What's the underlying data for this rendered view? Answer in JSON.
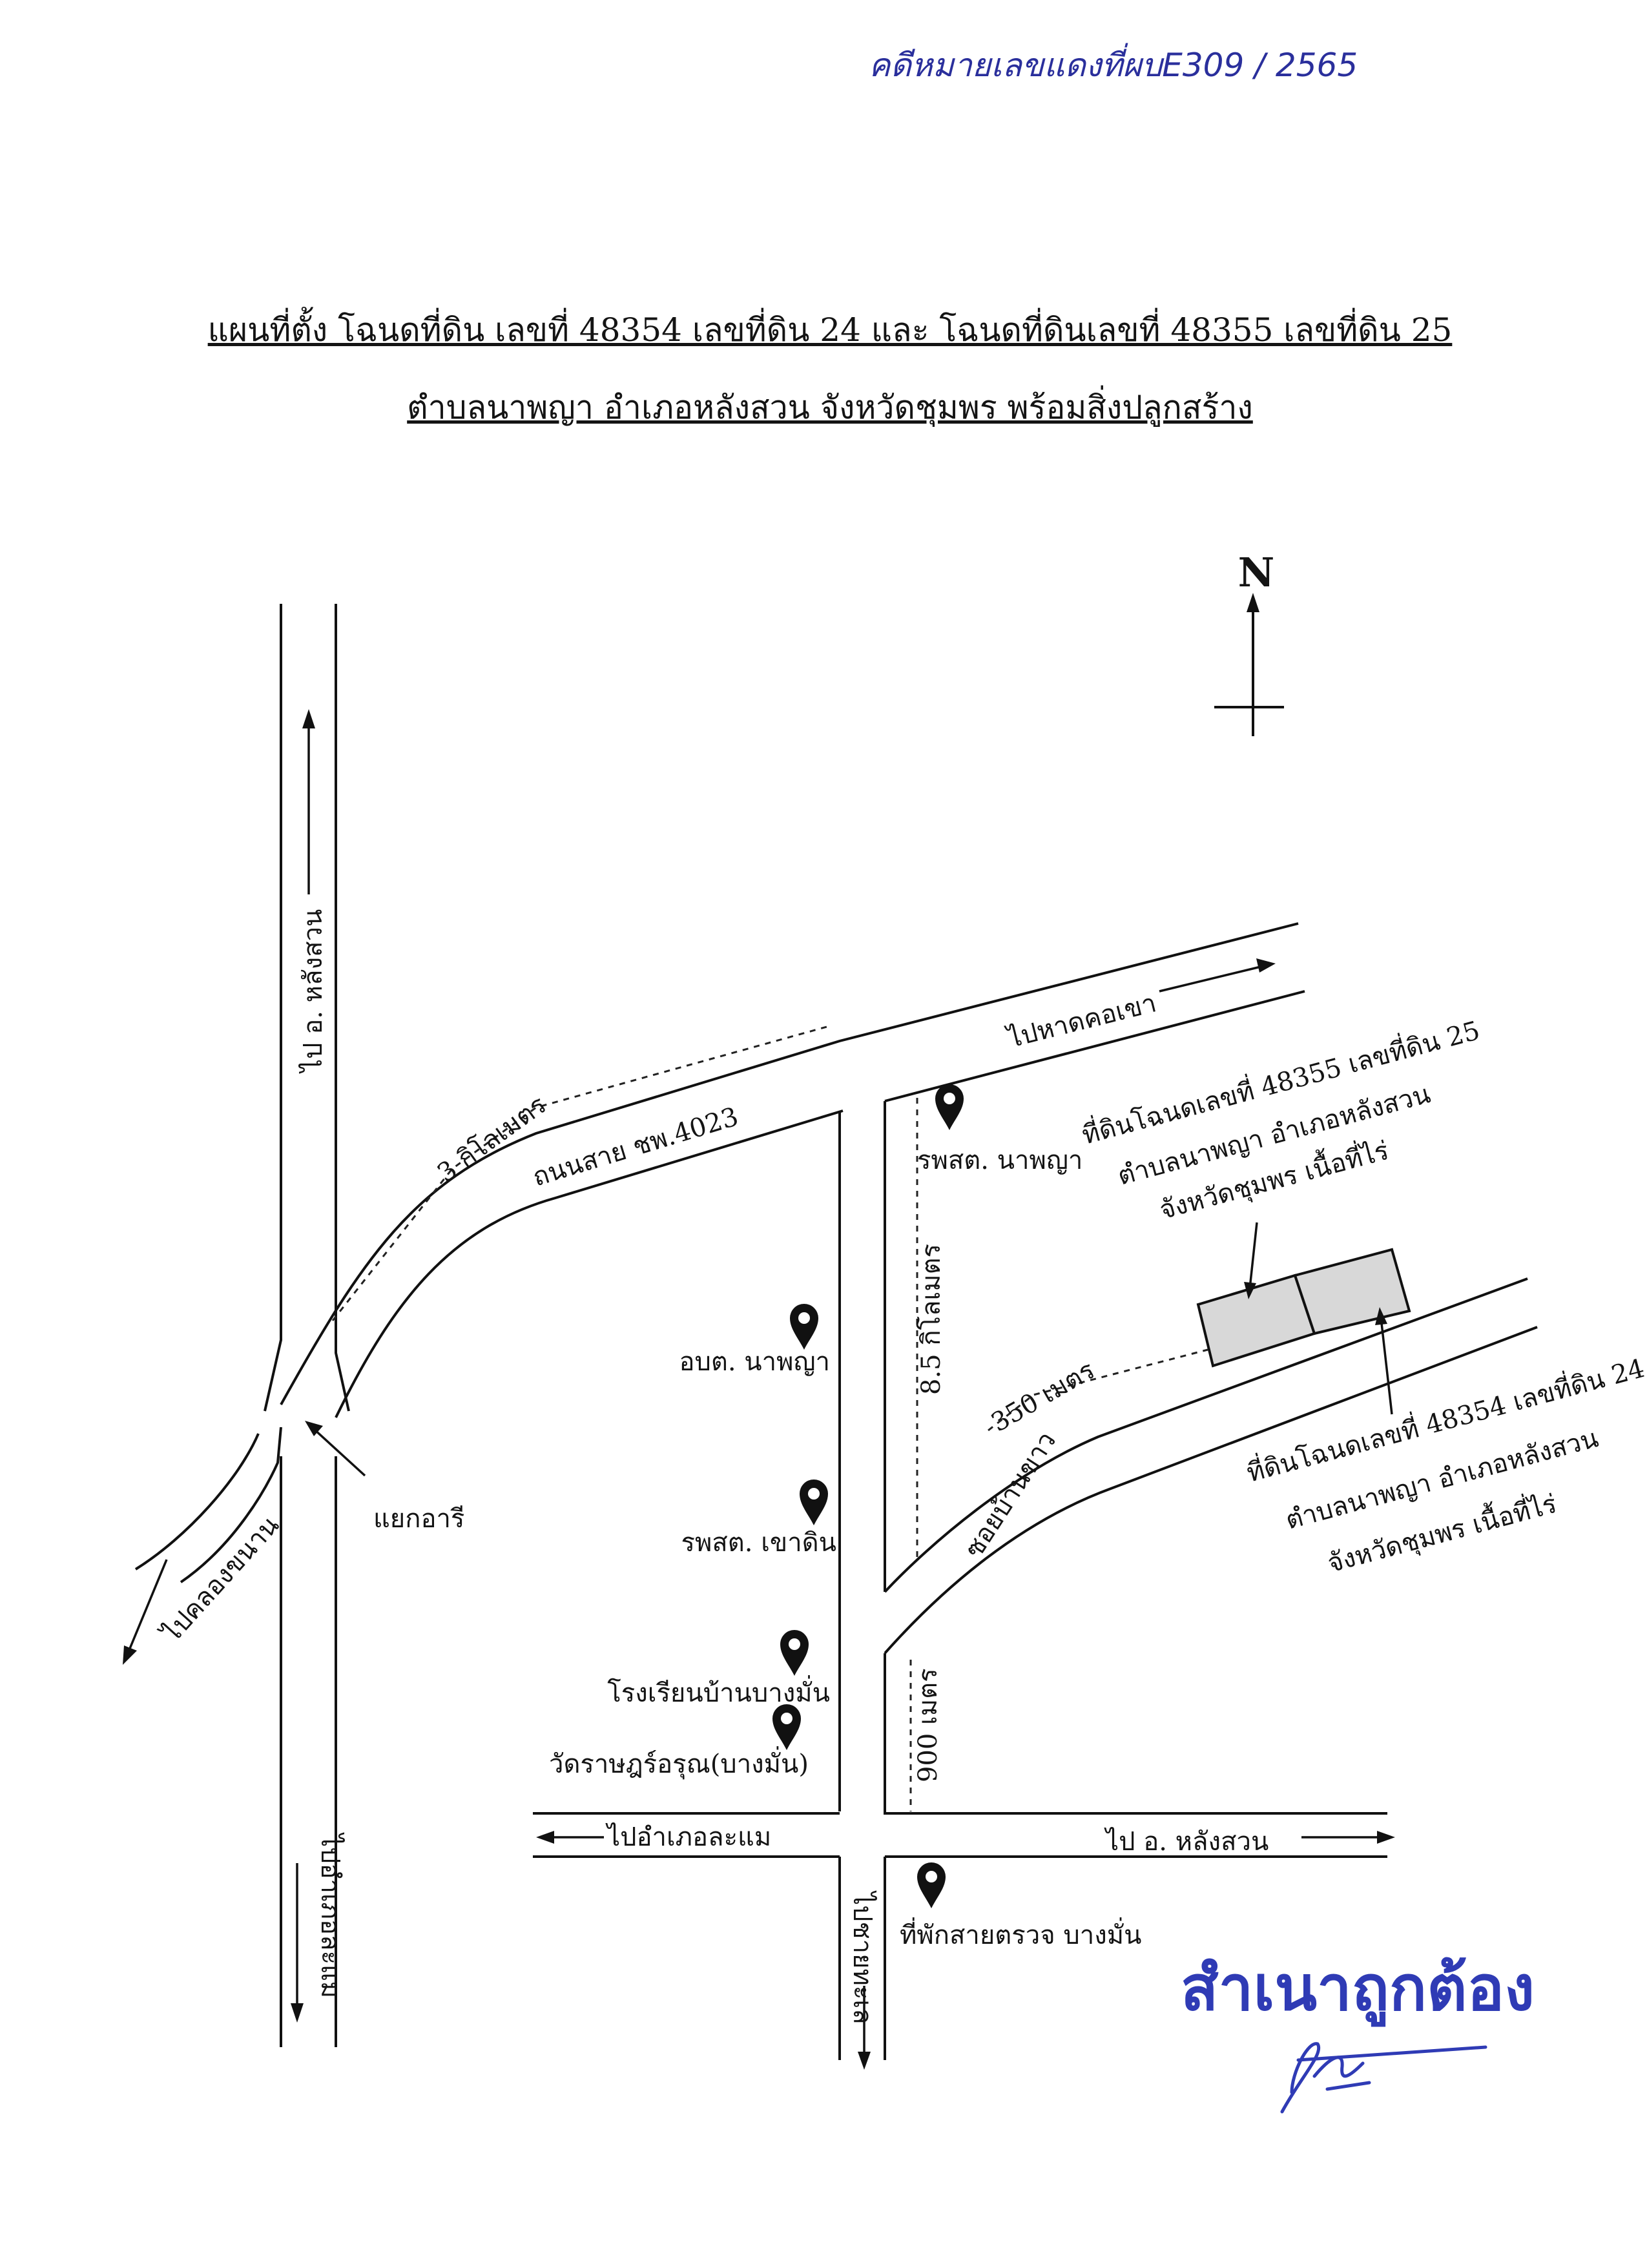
{
  "case_number": "คดีหมายเลขแดงที่ผบE309 / 2565",
  "title": {
    "line1": "แผนที่ตั้ง โฉนดที่ดิน เลขที่ 48354 เลขที่ดิน 24 และ โฉนดที่ดินเลขที่ 48355 เลขที่ดิน 25",
    "line2": "ตำบลนาพญา อำเภอหลังสวน จังหวัดชุมพร พร้อมสิ่งปลูกสร้าง"
  },
  "north_label": "N",
  "road_labels": {
    "to_lang_suan_north": "ไป อ. หลังสวน",
    "to_lamae_left": "ไปอำเภอละแม",
    "to_khlong_khanan": "ไปคลองขนาน",
    "to_hat_khokhao": "ไปหาดคอเขา",
    "road_chp_4023": "ถนนสาย ชพ.4023",
    "soi_ban_khao": "ซอยบ้านขาว",
    "to_lamae_bottom": "ไปอำเภอละแม",
    "to_lang_suan_east": "ไป อ. หลังสวน",
    "to_chai_thale": "ไปชายทะเล",
    "intersection": "แยกอารี"
  },
  "distance_labels": {
    "km_3": "3 กิโลเมตร",
    "km_8_5": "8.5 กิโลเมตร",
    "m_350": "350 เมตร",
    "m_900": "900 เมตร"
  },
  "landmarks": [
    {
      "name": "รพสต. นาพญา"
    },
    {
      "name": "อบต. นาพญา"
    },
    {
      "name": "รพสต. เขาดิน"
    },
    {
      "name": "โรงเรียนบ้านบางมั่น"
    },
    {
      "name": "วัดราษฎร์อรุณ(บางมั่น)"
    },
    {
      "name": "ที่พักสายตรวจ บางมั่น"
    }
  ],
  "parcel_25": {
    "line1": "ที่ดินโฉนดเลขที่ 48355 เลขที่ดิน 25",
    "line2": "ตำบลนาพญา อำเภอหลังสวน",
    "line3": "จังหวัดชุมพร เนื้อที่ไร่"
  },
  "parcel_24": {
    "line1": "ที่ดินโฉนดเลขที่ 48354 เลขที่ดิน 24",
    "line2": "ตำบลนาพญา อำเภอหลังสวน",
    "line3": "จังหวัดชุมพร เนื้อที่ไร่"
  },
  "stamp_text": "สำเนาถูกต้อง",
  "colors": {
    "ink": "#141414",
    "stamp_blue": "#2f3bb5",
    "case_blue": "#2a2f9c",
    "parcel_fill": "#d8d8d8"
  },
  "icons": [
    "location-pin-icon",
    "north-arrow-icon",
    "direction-arrow-icon"
  ]
}
